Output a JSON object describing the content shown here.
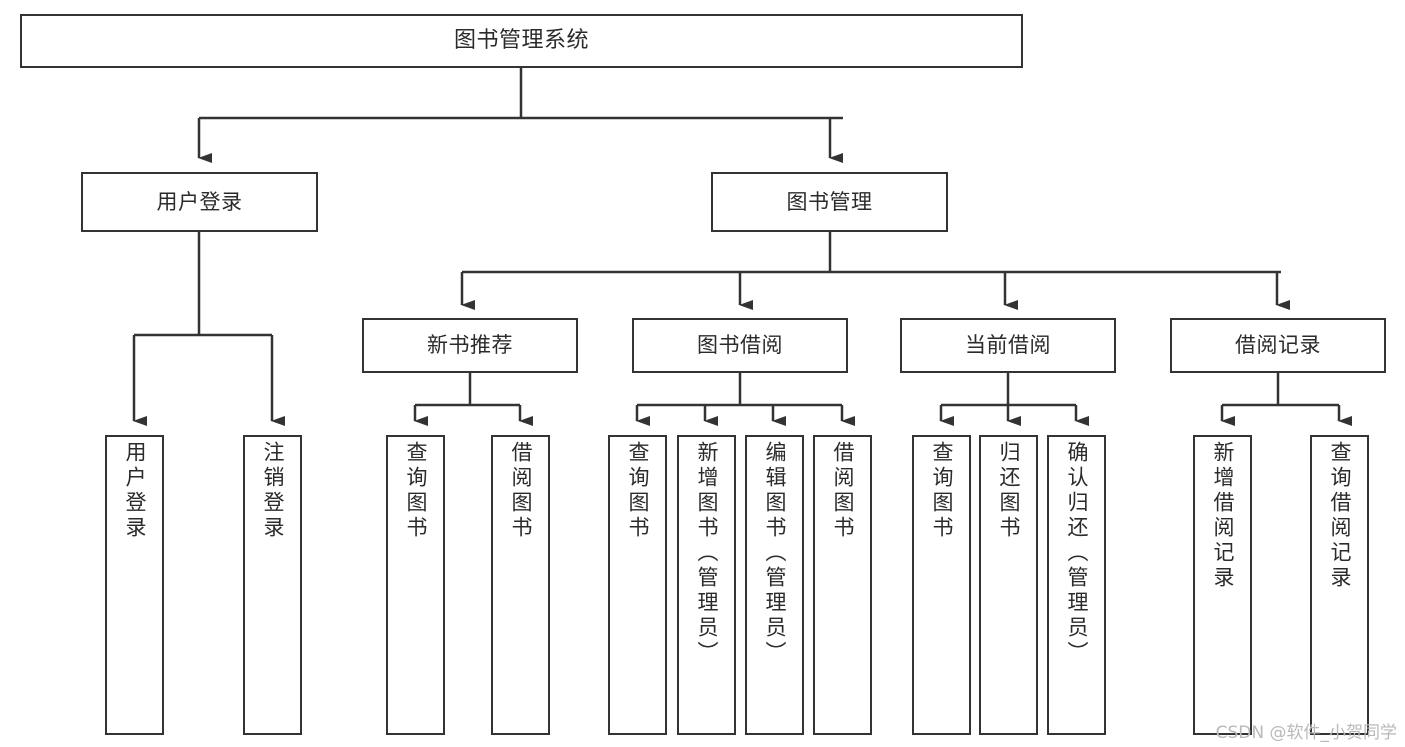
{
  "diagram": {
    "title": "图书管理系统",
    "watermark": "CSDN @软件_小贺同学",
    "stroke_color": "#333333",
    "text_color": "#2b2b2b",
    "background": "#ffffff",
    "nodes": {
      "root": {
        "label": "图书管理系统"
      },
      "level2": [
        {
          "id": "user-login",
          "label": "用户登录"
        },
        {
          "id": "book-manage",
          "label": "图书管理"
        }
      ],
      "level3": [
        {
          "id": "new-book-recommend",
          "label": "新书推荐"
        },
        {
          "id": "book-borrow",
          "label": "图书借阅"
        },
        {
          "id": "current-borrow",
          "label": "当前借阅"
        },
        {
          "id": "borrow-record",
          "label": "借阅记录"
        }
      ],
      "leaves": {
        "user_login": [
          {
            "id": "leaf-user-login",
            "label": "用户登录"
          },
          {
            "id": "leaf-logout",
            "label": "注销登录"
          }
        ],
        "new_book_recommend": [
          {
            "id": "leaf-query-book-1",
            "label": "查询图书"
          },
          {
            "id": "leaf-borrow-book-1",
            "label": "借阅图书"
          }
        ],
        "book_borrow": [
          {
            "id": "leaf-query-book-2",
            "label": "查询图书"
          },
          {
            "id": "leaf-add-book",
            "label": "新增图书（管理员）"
          },
          {
            "id": "leaf-edit-book",
            "label": "编辑图书（管理员）"
          },
          {
            "id": "leaf-borrow-book-2",
            "label": "借阅图书"
          }
        ],
        "current_borrow": [
          {
            "id": "leaf-query-book-3",
            "label": "查询图书"
          },
          {
            "id": "leaf-return-book",
            "label": "归还图书"
          },
          {
            "id": "leaf-confirm-return",
            "label": "确认归还（管理员）"
          }
        ],
        "borrow_record": [
          {
            "id": "leaf-add-record",
            "label": "新增借阅记录"
          },
          {
            "id": "leaf-query-record",
            "label": "查询借阅记录"
          }
        ]
      }
    }
  }
}
